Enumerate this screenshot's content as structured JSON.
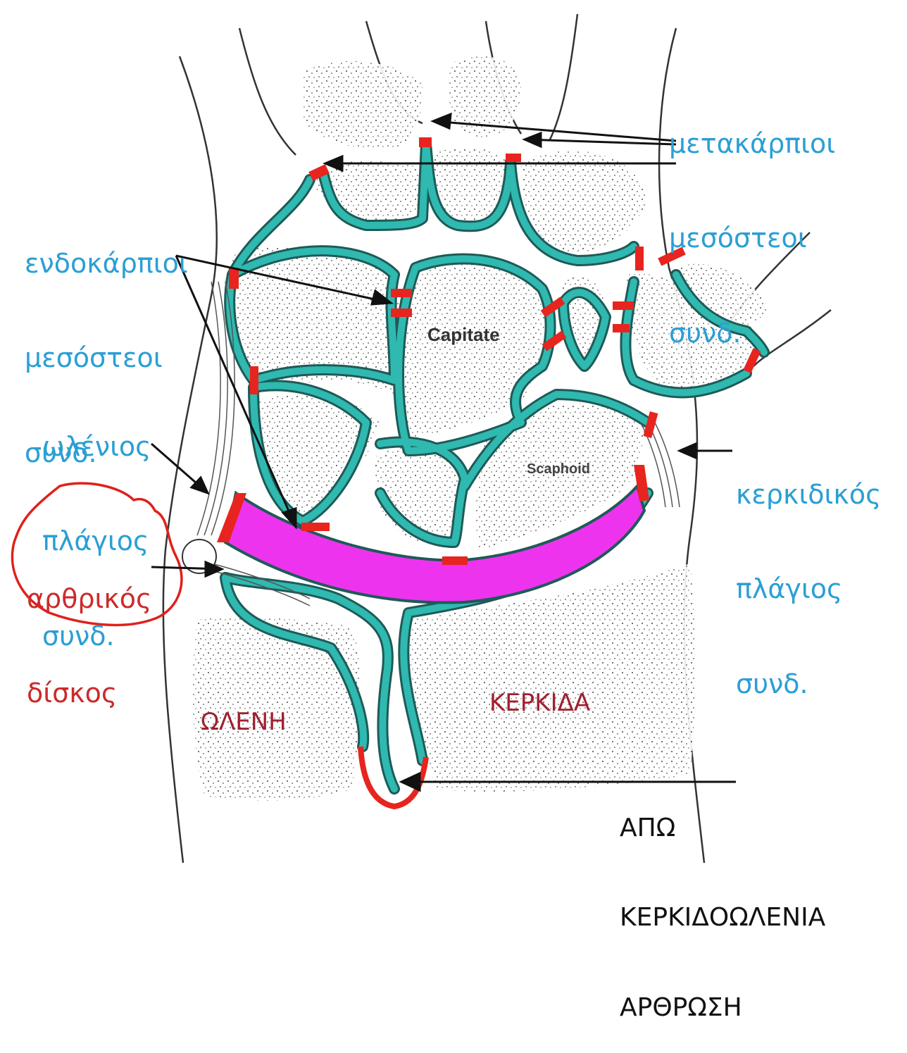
{
  "labels": {
    "metacarpal": [
      "μετακάρπιοι",
      "μεσόστεοι",
      "συνδ."
    ],
    "intercarpal": [
      "ενδοκάρπιοι",
      "μεσόστεοι",
      "συνδ."
    ],
    "ulnar_collateral": [
      "ωλένιος",
      "πλάγιος",
      "συνδ."
    ],
    "radial_collateral": [
      "κερκιδικός",
      "πλάγιος",
      "συνδ."
    ],
    "articular_disc": [
      "αρθρικός",
      "δίσκος"
    ],
    "ulna": "ΩΛΕΝΗ",
    "radius": "ΚΕΡΚΙΔΑ",
    "drj": [
      "ΑΠΩ",
      "ΚΕΡΚΙΔΟΩΛΕΝΙΑ",
      "ΑΡΘΡΩΣΗ"
    ],
    "capitate": "Capitate",
    "scaphoid": "Scaphoid"
  },
  "colors": {
    "label_blue": "#2b9fd4",
    "annotation_red": "#cc2a2a",
    "bone_label": "#a02030",
    "synovial": "#2fb9b0",
    "ligament_red": "#e8241f",
    "disc_magenta": "#ee33ee"
  }
}
